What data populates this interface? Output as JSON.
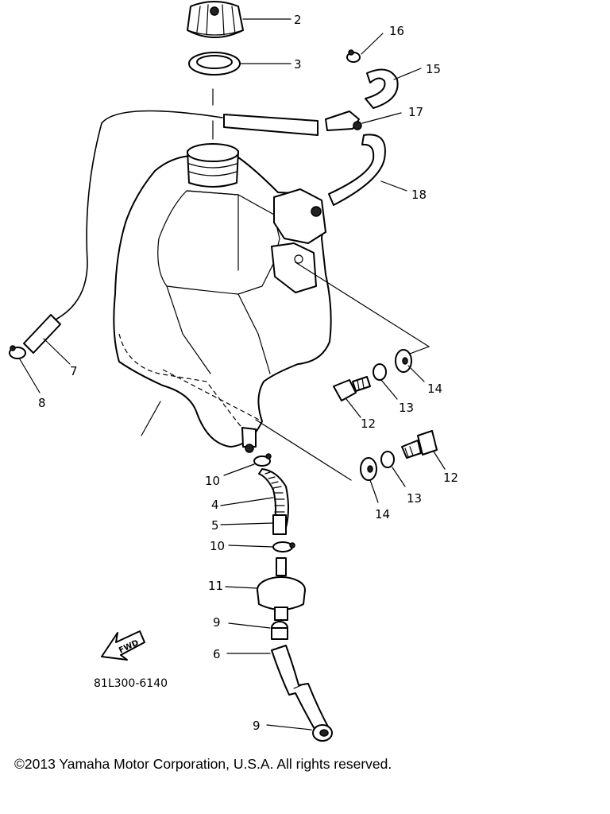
{
  "diagram": {
    "fwd_label": "FWD",
    "drawing_code": "81L300-6140",
    "callouts": {
      "c2": "2",
      "c3": "3",
      "c16": "16",
      "c15": "15",
      "c17": "17",
      "c18": "18",
      "c7": "7",
      "c8": "8",
      "c14a": "14",
      "c13a": "13",
      "c12a": "12",
      "c12b": "12",
      "c13b": "13",
      "c14b": "14",
      "c10a": "10",
      "c4": "4",
      "c5": "5",
      "c10b": "10",
      "c11": "11",
      "c9a": "9",
      "c6": "6",
      "c9b": "9"
    }
  },
  "footer": {
    "copyright": "©2013 Yamaha Motor Corporation, U.S.A. All rights reserved."
  }
}
